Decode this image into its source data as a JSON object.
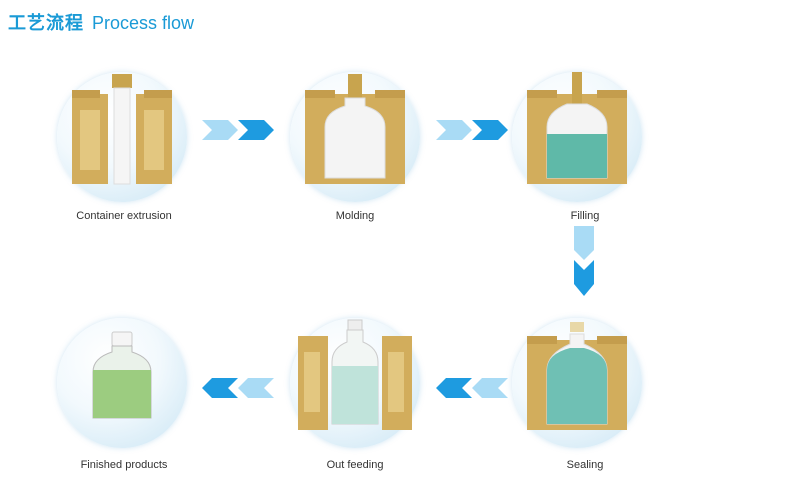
{
  "header": {
    "title_zh": "工艺流程",
    "title_en": "Process flow"
  },
  "steps": [
    {
      "label": "Container extrusion"
    },
    {
      "label": "Molding"
    },
    {
      "label": "Filling"
    },
    {
      "label": "Sealing"
    },
    {
      "label": "Out feeding"
    },
    {
      "label": "Finished products"
    }
  ],
  "colors": {
    "mold": "#d9b86a",
    "mold_dark": "#b8954a",
    "bubble": "#d8ecf7",
    "arrow_light": "#a9dbf5",
    "arrow_dark": "#1e9be0",
    "liquid": "#5fb9a8",
    "plastic": "#f2f2f2",
    "title": "#1a9ad6"
  }
}
